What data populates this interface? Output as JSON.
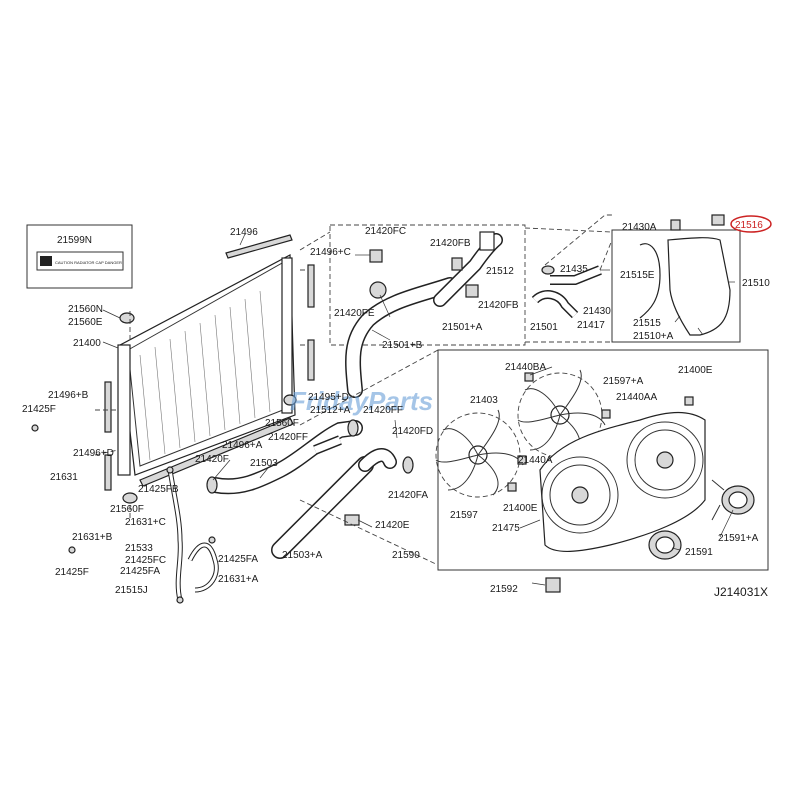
{
  "diagram": {
    "watermark": "FridayParts",
    "code": "J214031X",
    "highlight_color": "#cc2222",
    "label_box": {
      "title": "21599N",
      "stripe_text": "CAUTION  RADIATOR CAP  DANGER"
    },
    "labels": {
      "p21599N": "21599N",
      "p21496": "21496",
      "p21496c": "21496+C",
      "p21420fc": "21420FC",
      "p21420fb_a": "21420FB",
      "p21512": "21512",
      "p21420fb_b": "21420FB",
      "p21420fe": "21420FE",
      "p21501a": "21501+A",
      "p21501b": "21501+B",
      "p21435": "21435",
      "p21430": "21430",
      "p21501": "21501",
      "p21417": "21417",
      "p21430a": "21430A",
      "p21516": "21516",
      "p21515e": "21515E",
      "p21510": "21510",
      "p21515": "21515",
      "p21510a": "21510+A",
      "p21560n": "21560N",
      "p21560e": "21560E",
      "p21400": "21400",
      "p21496b": "21496+B",
      "p21425f_a": "21425F",
      "p21496d": "21496+D",
      "p21631": "21631",
      "p21631b": "21631+B",
      "p21425f_b": "21425F",
      "p21425fb": "21425FB",
      "p21560f": "21560F",
      "p21631c": "21631+C",
      "p21533": "21533",
      "p21425fc": "21425FC",
      "p21425fa_a": "21425FA",
      "p21425fa_b": "21425FA",
      "p21631a": "21631+A",
      "p21515j": "21515J",
      "p21495d": "21495+D",
      "p21512a": "21512+A",
      "p21420ff_a": "21420FF",
      "p21420ff_b": "21420FF",
      "p21560f_b": "21560F",
      "p21496a": "21496+A",
      "p21420f": "21420F",
      "p21503": "21503",
      "p21420fd": "21420FD",
      "p21420fa": "21420FA",
      "p21420e": "21420E",
      "p21503a": "21503+A",
      "p21440ba": "21440BA",
      "p21597a": "21597+A",
      "p21400e_a": "21400E",
      "p21440aa": "21440AA",
      "p21440a": "21440A",
      "p21403": "21403",
      "p21597": "21597",
      "p21400e_b": "21400E",
      "p21475": "21475",
      "p21590": "21590",
      "p21591a": "21591+A",
      "p21591": "21591",
      "p21592": "21592"
    }
  }
}
